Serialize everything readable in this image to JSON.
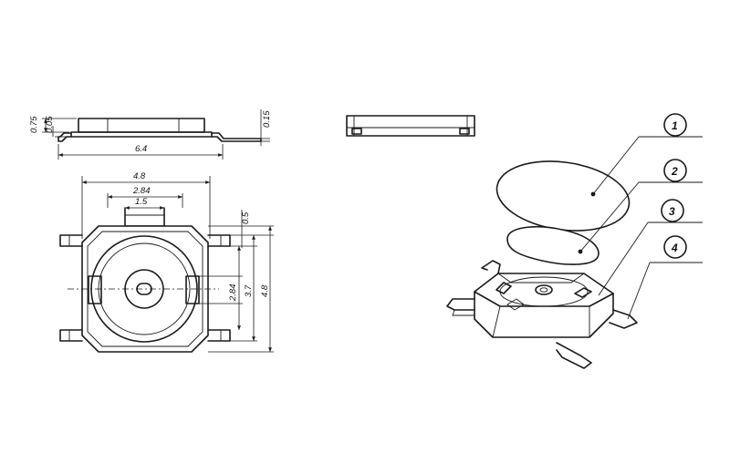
{
  "dimensions": {
    "top_view_width": "6.4",
    "height_total": "0.75",
    "height_base": "0.05",
    "lead_thickness": "0.15",
    "body_width": "4.8",
    "cavity_width": "2.84",
    "actuator_width": "1.5",
    "terminal_offset": "0.5",
    "side_height_a": "2.84",
    "side_height_b": "3.7",
    "side_height_c": "4.8"
  },
  "callouts": [
    "1",
    "2",
    "3",
    "4"
  ],
  "colors": {
    "line": "#1a1a1a",
    "background": "#ffffff"
  }
}
